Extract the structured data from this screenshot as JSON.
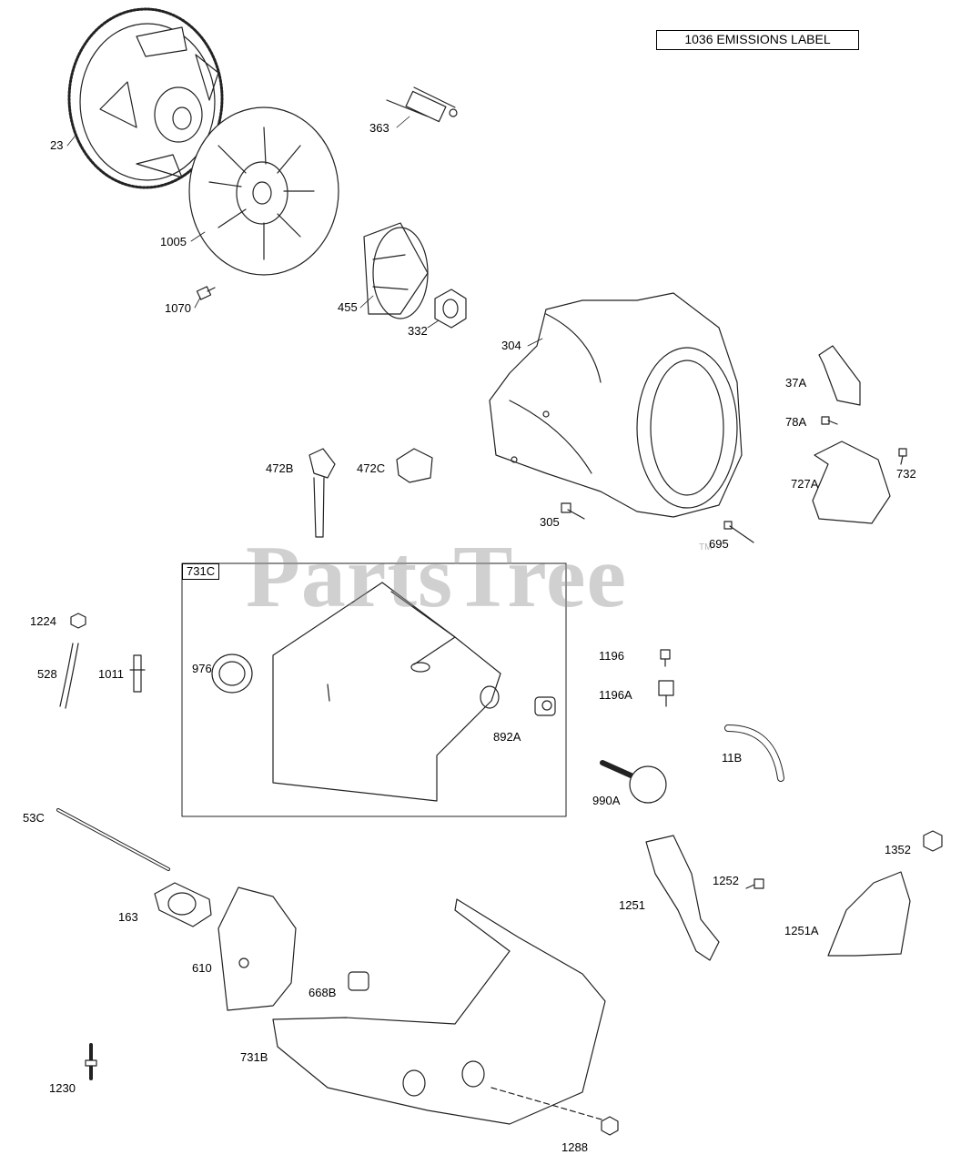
{
  "watermark": {
    "text": "PartsTree",
    "trademark": "TM"
  },
  "emissions_label": "1036 EMISSIONS LABEL",
  "inset_box_label": "731C",
  "labels": {
    "p23": "23",
    "p363": "363",
    "p1005": "1005",
    "p1070": "1070",
    "p455": "455",
    "p332": "332",
    "p304": "304",
    "p37A": "37A",
    "p78A": "78A",
    "p732": "732",
    "p727A": "727A",
    "p472B": "472B",
    "p472C": "472C",
    "p305": "305",
    "p695": "695",
    "p1224": "1224",
    "p528": "528",
    "p1011": "1011",
    "p976": "976",
    "p892A": "892A",
    "p1196": "1196",
    "p1196A": "1196A",
    "p11B": "11B",
    "p990A": "990A",
    "p53C": "53C",
    "p163": "163",
    "p610": "610",
    "p668B": "668B",
    "p731B": "731B",
    "p1230": "1230",
    "p1288": "1288",
    "p1251": "1251",
    "p1252": "1252",
    "p1251A": "1251A",
    "p1352": "1352"
  }
}
